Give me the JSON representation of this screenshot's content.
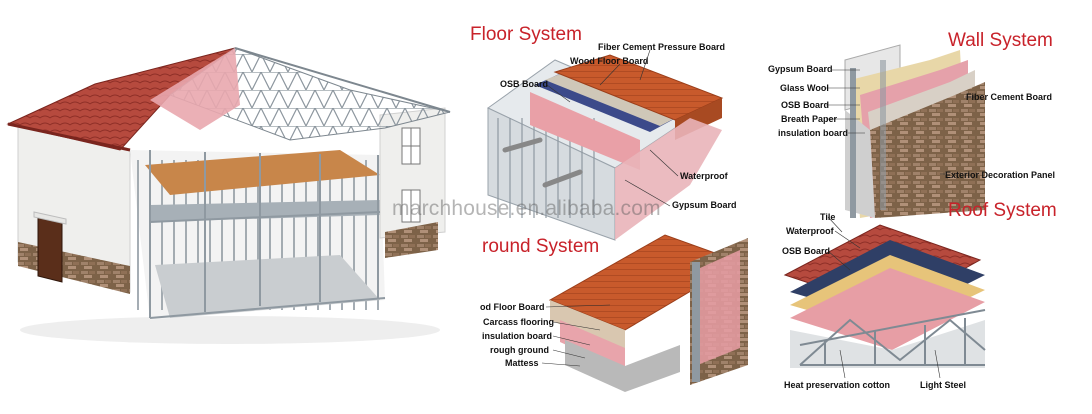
{
  "watermark": "marchhouse.en.alibaba.com",
  "floor": {
    "title": "Floor System",
    "labels": [
      "Fiber Cement Pressure Board",
      "Wood Floor Board",
      "OSB Board",
      "Waterproof",
      "Gypsum Board"
    ]
  },
  "ground": {
    "title": "round System",
    "labels": [
      "od Floor Board",
      "Carcass flooring",
      "insulation board",
      "rough ground",
      "Mattess"
    ]
  },
  "wall": {
    "title": "Wall System",
    "labels": [
      "Gypsum Board",
      "Glass Wool",
      "OSB Board",
      "Breath Paper",
      "insulation board",
      "Fiber Cement Board",
      "Exterior Decoration Panel"
    ]
  },
  "roof": {
    "title": "Roof System",
    "labels": [
      "Tile",
      "Waterproof",
      "OSB Board",
      "Heat preservation cotton",
      "Light Steel"
    ]
  },
  "colors": {
    "title_red": "#c8222a",
    "wood": "#c9582a",
    "tile": "#b8463c",
    "steel": "#9aa3ab",
    "insulation": "#e8a0a6",
    "stone": "#8a6a4a"
  }
}
